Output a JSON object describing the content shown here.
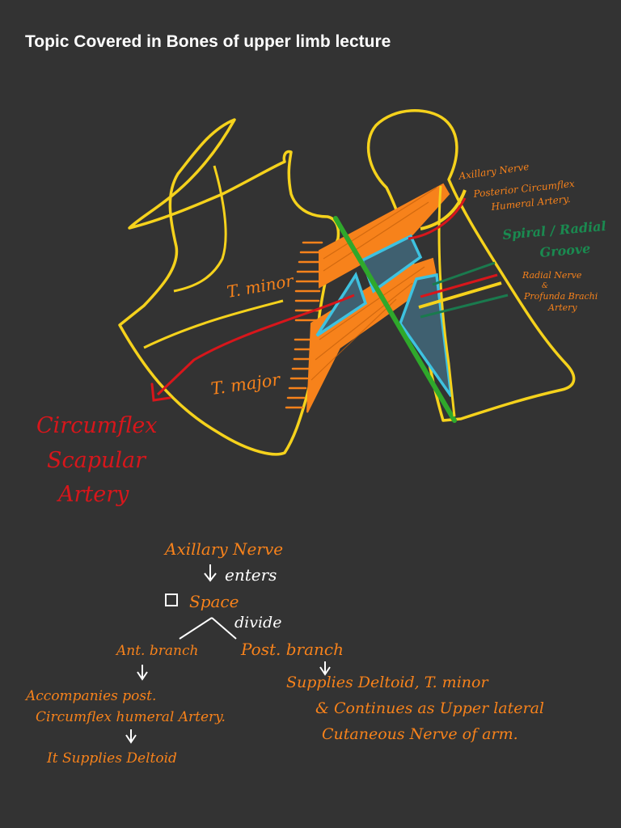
{
  "title": "Topic Covered in Bones of upper limb lecture",
  "colors": {
    "background": "#333333",
    "bone": "#f5d21c",
    "muscle": "#f7821b",
    "nerve": "#2fa82b",
    "space": "#3ec2e0",
    "artery": "#d8161b",
    "groove": "#1a7a4e",
    "white": "#ffffff"
  },
  "labels": {
    "t_minor": "T. minor",
    "t_major": "T. major",
    "axillary_nerve": "Axillary Nerve",
    "post_circ_1": "Posterior Circumflex",
    "post_circ_2": "Humeral Artery.",
    "spiral_1": "Spiral / Radial",
    "spiral_2": "Groove",
    "radial_1": "Radial Nerve",
    "radial_amp": "&",
    "radial_2": "Profunda Brachi",
    "radial_3": "Artery",
    "circ_1": "Circumflex",
    "circ_2": "Scapular",
    "circ_3": "Artery"
  },
  "notes": {
    "axillary": "Axillary Nerve",
    "enters": "enters",
    "space": "Space",
    "divide": "divide",
    "ant_branch": "Ant. branch",
    "post_branch": "Post. branch",
    "accompanies_1": "Accompanies post.",
    "accompanies_2": "Circumflex humeral Artery.",
    "supplies_deltoid": "It Supplies Deltoid",
    "post_1": "Supplies Deltoid, T. minor",
    "post_2": "& Continues as Upper lateral",
    "post_3": "Cutaneous Nerve of arm."
  }
}
